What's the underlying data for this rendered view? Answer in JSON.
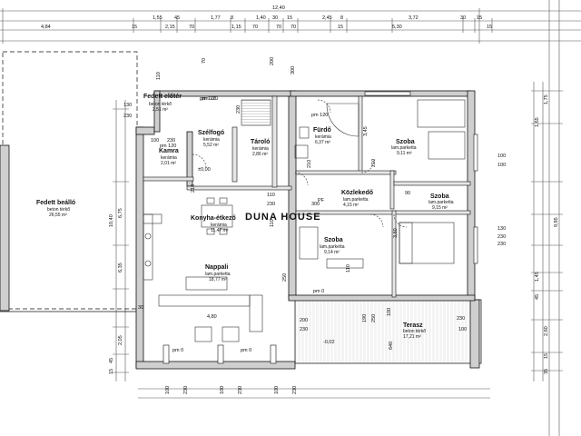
{
  "plan": {
    "top_dims": {
      "overall": "12,40",
      "row1": [
        "1,55",
        "45",
        "1,77",
        "8",
        "1,40",
        "30",
        "15",
        "2,45",
        "8",
        "3,72",
        "30",
        "15"
      ],
      "row2": [
        "4,84",
        "15",
        "2,15",
        "70",
        "1,15",
        "70",
        "70",
        "70",
        "15",
        "5,30",
        "15"
      ]
    },
    "right_dims": [
      "1,75",
      "1,65",
      "1,45",
      "45",
      "9,85",
      "2,60",
      "15",
      "35"
    ],
    "left_dims": [
      "10,40",
      "6,75",
      "6,35",
      "2,05",
      "45",
      "15"
    ],
    "inner_dims": [
      "110",
      "130",
      "230",
      "pm 120",
      "210",
      "70",
      "100",
      "230",
      "300",
      "200",
      "230",
      "pm 120",
      "210",
      "90",
      "100",
      "110",
      "230",
      "300",
      "110",
      "210",
      "230",
      "100",
      "250",
      "110",
      "200",
      "230",
      "190",
      "250",
      "640",
      "100",
      "230",
      "30",
      "130",
      "100",
      "230"
    ],
    "bottom_dims": [
      "100",
      "230",
      "100",
      "230",
      "100",
      "230"
    ],
    "wall_marks": [
      "pm 0",
      "pm 0",
      "pm 0",
      "±0,00",
      "-0,02",
      "pm 120",
      "pm 120",
      "4,80",
      "3,45",
      "3,60",
      "PF"
    ],
    "rooms": [
      {
        "name": "Fedett előtér",
        "surface": "beton térkő",
        "area": "2,51 m²"
      },
      {
        "name": "Szélfogó",
        "surface": "kerámia",
        "area": "5,52 m²"
      },
      {
        "name": "Tároló",
        "surface": "kerámia",
        "area": "2,86 m²"
      },
      {
        "name": "Kamra",
        "surface": "kerámia",
        "area": "2,01 m²"
      },
      {
        "name": "Fürdő",
        "surface": "kerámia",
        "area": "6,37 m²"
      },
      {
        "name": "Szoba",
        "surface": "lam.parketta",
        "area": "9,11 m²"
      },
      {
        "name": "Közlekedő",
        "surface": "lam.parketta",
        "area": "4,15 m²"
      },
      {
        "name": "Szoba",
        "surface": "lam.parketta",
        "area": "9,15 m²"
      },
      {
        "name": "Konyha-étkező",
        "surface": "kerámia",
        "area": "11,47 m²"
      },
      {
        "name": "Szoba",
        "surface": "lam.parketta",
        "area": "9,14 m²"
      },
      {
        "name": "Nappali",
        "surface": "lam.parketta",
        "area": "18,77 m²"
      },
      {
        "name": "Fedett beálló",
        "surface": "beton térkő",
        "area": "26,55 m²"
      },
      {
        "name": "Terasz",
        "surface": "beton térkő",
        "area": "17,21 m²"
      }
    ],
    "watermark": "DUNA HOUSE",
    "colors": {
      "wall_fill": "#cfcfcf",
      "wall_line": "#111111",
      "terrace_hatch": "#d0d0d0",
      "dim_line": "#555555"
    }
  }
}
